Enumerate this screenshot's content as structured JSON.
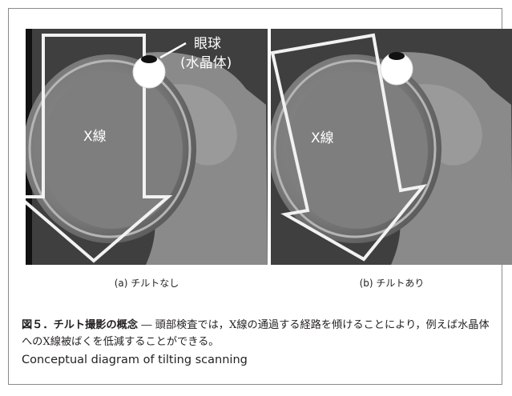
{
  "panels": [
    {
      "xray_label": "X線",
      "eye_label_line1": "眼球",
      "eye_label_line2": "(水晶体)",
      "caption": "(a) チルトなし"
    },
    {
      "xray_label": "X線",
      "caption": "(b) チルトあり"
    }
  ],
  "figure": {
    "label": "図５．",
    "title": "チルト撮影の概念",
    "dash": " ― ",
    "body": "頭部検査では，X線の通過する経路を傾けることにより，例えば水晶体へのX線被ばくを低減することができる。",
    "english": "Conceptual diagram of tilting scanning"
  },
  "colors": {
    "scan_bg": "#3f3f3f",
    "arrow": "#f2f2f2",
    "frame": "#8a8a8a"
  }
}
